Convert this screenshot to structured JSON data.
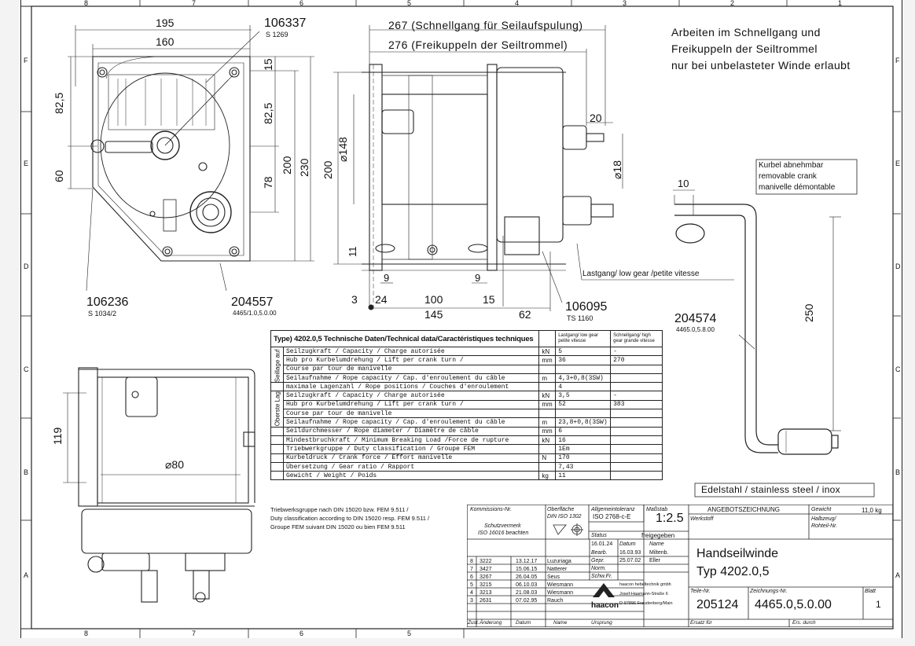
{
  "frame": {
    "cols_top": [
      "8",
      "7",
      "6",
      "5",
      "4",
      "3",
      "2",
      "1"
    ],
    "cols_bottom": [
      "8",
      "7",
      "6",
      "5"
    ],
    "rows": [
      "F",
      "E",
      "D",
      "C",
      "B",
      "A"
    ]
  },
  "notes": {
    "warning_l1": "Arbeiten im Schnellgang und",
    "warning_l2": "Freikuppeln der Seiltrommel",
    "warning_l3": "nur bei unbelasteter Winde erlaubt",
    "crank_l1": "Kurbel abnehmbar",
    "crank_l2": "removable crank",
    "crank_l3": "manivelle démontable",
    "lastgang": "Lastgang/ low gear /petite vitesse",
    "material": "Edelstahl / stainless steel / inox",
    "fem_l1": "Triebwerksgruppe nach DIN 15020 bzw. FEM 9.511 /",
    "fem_l2": "Duty classification according to DIN 15020 resp. FEM 9.511 /",
    "fem_l3": "Groupe FEM suivant DIN 15020 ou bien FEM 9.511"
  },
  "dims": {
    "d195": "195",
    "d160": "160",
    "d825": "82,5",
    "d60": "60",
    "d15": "15",
    "d825b": "82,5",
    "d78": "78",
    "d200": "200",
    "d230": "230",
    "d267": "267 (Schnellgang für Seilaufspulung)",
    "d276": "276 (Freikuppeln der Seiltrommel)",
    "d200b": "200",
    "d148": "⌀148",
    "d20": "20",
    "d18": "⌀18",
    "d11": "11",
    "d9a": "9",
    "d9b": "9",
    "d3": "3",
    "d24": "24",
    "d100": "100",
    "d15b": "15",
    "d145": "145",
    "d62": "62",
    "d10": "10",
    "d250": "250",
    "d119": "119",
    "d80": "⌀80"
  },
  "parts": {
    "p106337": "106337",
    "p106337_sub": "S 1269",
    "p106236": "106236",
    "p106236_sub": "S 1034/2",
    "p204557": "204557",
    "p204557_sub": "4465/1.0,5.0.00",
    "p106095": "106095",
    "p106095_sub": "TS 1160",
    "p204574": "204574",
    "p204574_sub": "4465.0,5.8.00"
  },
  "spec": {
    "title": "Type) 4202.0,5 Technische Daten/Technical data/Caractéristiques techniques",
    "col_low": "Lastgang/ low gear petite vitesse",
    "col_high": "Schnellgang/ high gear grande vitesse",
    "sec1_label": "Seillage auf ... Sur le tambour",
    "sec2_label": "Oberste Lage ... Sur le dern. couche",
    "rows": [
      {
        "label": "Seilzugkraft / Capacity / Charge autorisée",
        "unit": "kN",
        "low": "5",
        "high": "-"
      },
      {
        "label": "Hub pro Kurbelumdrehung / Lift per crank turn /",
        "unit": "mm",
        "low": "36",
        "high": "270"
      },
      {
        "label": "Course par tour de manivelle",
        "unit": "",
        "low": "",
        "high": ""
      },
      {
        "label": "Seilaufnahme / Rope capacity / Cap. d'enroulement du câble",
        "unit": "m",
        "low": "4,3+0,8(3SW)",
        "high": ""
      },
      {
        "label": "maximale Lagenzahl / Rope positions / Couches d'enroulement",
        "unit": "",
        "low": "4",
        "high": ""
      },
      {
        "label": "Seilzugkraft / Capacity / Charge autorisée",
        "unit": "kN",
        "low": "3,5",
        "high": "-"
      },
      {
        "label": "Hub pro Kurbelumdrehung / Lift per crank turn /",
        "unit": "mm",
        "low": "52",
        "high": "383"
      },
      {
        "label": "Course par tour de manivelle",
        "unit": "",
        "low": "",
        "high": ""
      },
      {
        "label": "Seilaufnahme / Rope capacity / Cap. d'enroulement du câble",
        "unit": "m",
        "low": "23,8+0,8(3SW)",
        "high": ""
      },
      {
        "label": "Seildurchmesser / Rope diameter / Diamètre de câble",
        "unit": "mm",
        "low": "6",
        "high": ""
      },
      {
        "label": "Mindestbruchkraft / Minimum Breaking Load /Force de rupture",
        "unit": "kN",
        "low": "16",
        "high": ""
      },
      {
        "label": "Triebwerkgruppe / Duty classification / Groupe FEM",
        "unit": "",
        "low": "1Em",
        "high": ""
      },
      {
        "label": "Kurbeldruck / Crank force / Effort manivelle",
        "unit": "N",
        "low": "170",
        "high": ""
      },
      {
        "label": "Übersetzung / Gear ratio / Rapport",
        "unit": "",
        "low": "7,43",
        "high": ""
      },
      {
        "label": "Gewicht / Weight / Poids",
        "unit": "kg",
        "low": "11",
        "high": ""
      }
    ]
  },
  "titleblock": {
    "kommission": "Kommissions-Nr.",
    "schutz_l1": "Schutzvermerk",
    "schutz_l2": "ISO 16016 beachten",
    "oberflaeche_l1": "Oberfläche",
    "oberflaeche_l2": "DIN ISO 1302",
    "tol_l1": "Allgemeintoleranz",
    "tol_l2": "ISO 2768-c-E",
    "massstab_lbl": "Maßstab",
    "massstab": "1:2.5",
    "status_lbl": "Status",
    "status": "freigegeben",
    "date_hdr": "16.01.24",
    "datum": "Datum",
    "name": "Name",
    "bearb": "Bearb.",
    "bearb_d": "16.03.93",
    "bearb_n": "Miltenb.",
    "gepr": "Gepr.",
    "gepr_d": "25.07.02",
    "gepr_n": "Eller",
    "norm": "Norm.",
    "schw": "Schw.Fr.",
    "revisions": [
      {
        "z": "8",
        "nr": "3222",
        "d": "13.12.17",
        "n": "Luzuriaga"
      },
      {
        "z": "7",
        "nr": "3427",
        "d": "15.06.15",
        "n": "Natterer"
      },
      {
        "z": "6",
        "nr": "3267",
        "d": "26.04.05",
        "n": "Seus"
      },
      {
        "z": "5",
        "nr": "3215",
        "d": "06.10.03",
        "n": "Wiesmann"
      },
      {
        "z": "4",
        "nr": "3213",
        "d": "21.08.03",
        "n": "Wiesmann"
      },
      {
        "z": "3",
        "nr": "2631",
        "d": "07.02.95",
        "n": "Rauch"
      }
    ],
    "zust": "Zust.",
    "aenderung": "Änderung",
    "datum2": "Datum",
    "name2": "Name",
    "ursprung": "Ursprung",
    "company_l1": "haacon hebeltechnik gmbh",
    "company_l2": "Josef-Haamann-Straße 6",
    "company_l3": "D-97896 Freudenberg/Main",
    "logo": "haacon",
    "angebot": "ANGEBOTSZEICHNUNG",
    "gewicht_lbl": "Gewicht",
    "gewicht": "11,0 kg",
    "werkstoff": "Werkstoff",
    "halbzeug_l1": "Halbzeug/",
    "halbzeug_l2": "Rohteil-Nr.",
    "title_l1": "Handseilwinde",
    "title_l2": "Typ  4202.0,5",
    "teile_lbl": "Teile-Nr.",
    "teile": "205124",
    "zeich_lbl": "Zeichnungs-Nr.",
    "zeich": "4465.0,5.0.00",
    "blatt_lbl": "Blatt",
    "blatt": "1",
    "ersatz": "Ersatz für",
    "ers_durch": "Ers. durch"
  }
}
